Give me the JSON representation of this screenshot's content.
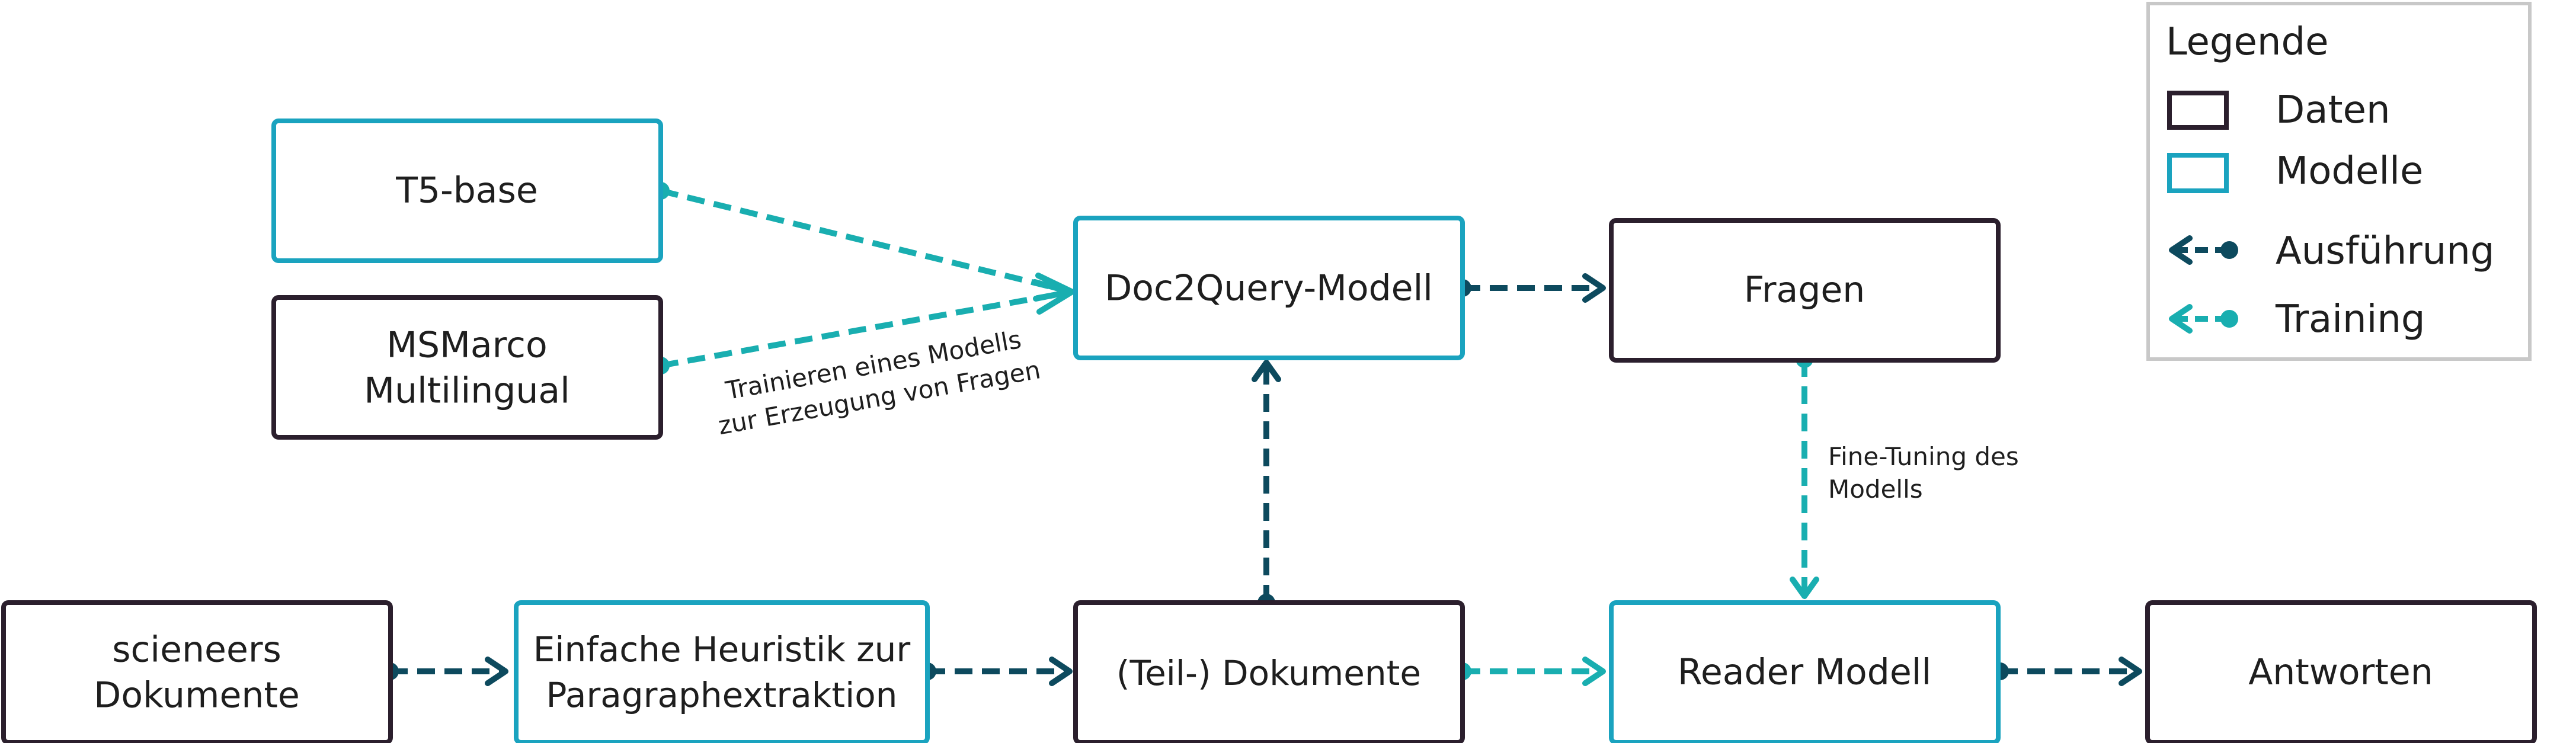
{
  "colors": {
    "data_border": "#2b1f2d",
    "model_border": "#1aa3bf",
    "execution": "#0d4a5e",
    "training": "#19aeb0",
    "legend_border": "#c8c8c8",
    "text": "#1e1e1e"
  },
  "nodes": {
    "t5": {
      "lines": [
        "T5-base"
      ],
      "kind": "model"
    },
    "msmarco": {
      "lines": [
        "MSMarco",
        "Multilingual"
      ],
      "kind": "data"
    },
    "doc2query": {
      "lines": [
        "Doc2Query-Modell"
      ],
      "kind": "model"
    },
    "fragen": {
      "lines": [
        "Fragen"
      ],
      "kind": "data"
    },
    "scieneers": {
      "lines": [
        "scieneers",
        "Dokumente"
      ],
      "kind": "data"
    },
    "heuristik": {
      "lines": [
        "Einfache Heuristik zur",
        "Paragraphextraktion"
      ],
      "kind": "model"
    },
    "teildok": {
      "lines": [
        "(Teil-) Dokumente"
      ],
      "kind": "data"
    },
    "reader": {
      "lines": [
        "Reader Modell"
      ],
      "kind": "model"
    },
    "antworten": {
      "lines": [
        "Antworten"
      ],
      "kind": "data"
    }
  },
  "annotations": {
    "trainieren": [
      "Trainieren eines Modells",
      "zur Erzeugung von Fragen"
    ],
    "finetuning": [
      "Fine-Tuning des",
      "Modells"
    ]
  },
  "legend": {
    "title": "Legende",
    "items": [
      {
        "label": "Daten",
        "symbol": "data-box"
      },
      {
        "label": "Modelle",
        "symbol": "model-box"
      },
      {
        "label": "Ausführung",
        "symbol": "execution-arrow"
      },
      {
        "label": "Training",
        "symbol": "training-arrow"
      }
    ]
  }
}
